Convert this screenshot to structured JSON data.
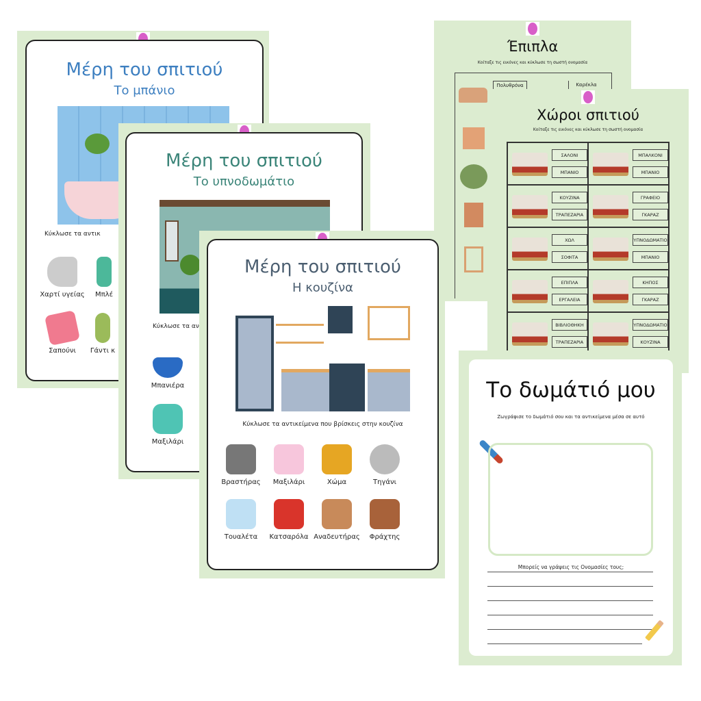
{
  "bathroom": {
    "title": "Μέρη του σπιτιού",
    "subtitle": "Το μπάνιο",
    "instruction": "Κύκλωσε τα αντικ",
    "items": [
      "Χαρτί υγείας",
      "Μπλέ",
      "Σαπούνι",
      "Γάντι κ"
    ]
  },
  "bedroom": {
    "title": "Μέρη του σπιτιού",
    "subtitle": "Το υπνοδωμάτιο",
    "instruction": "Κύκλωσε τα αν",
    "items": [
      "Μπανιέρα",
      "Μαξιλάρι"
    ]
  },
  "kitchen": {
    "title": "Μέρη του σπιτιού",
    "subtitle": "Η κουζίνα",
    "instruction": "Κύκλωσε τα αντικείμενα που βρίσκεις στην κουζίνα",
    "items": [
      "Βραστήρας",
      "Μαξιλάρι",
      "Χώμα",
      "Τηγάνι",
      "Τουαλέτα",
      "Κατσαρόλα",
      "Αναδευτήρας",
      "Φράχτης"
    ]
  },
  "furniture": {
    "title": "Έπιπλα",
    "instruction": "Κοίταξε τις εικόνες και κύκλωσε τη σωστή ονομασία",
    "options": [
      "Πολυθρόνα",
      "Καρέκλα"
    ]
  },
  "rooms": {
    "title": "Χώροι σπιτιού",
    "instruction": "Κοίταξε τις εικόνες και κύκλωσε τη σωστή ονομασία",
    "cells": [
      [
        "ΣΑΛΟΝΙ",
        "ΜΠΑΝΙΟ"
      ],
      [
        "ΜΠΑΛΚΟΝΙ",
        "ΜΠΑΝΙΟ"
      ],
      [
        "ΚΟΥΖΙΝΑ",
        "ΤΡΑΠΕΖΑΡΙΑ"
      ],
      [
        "ΓΡΑΦΕΙΟ",
        "ΓΚΑΡΑΖ"
      ],
      [
        "ΧΩΛ",
        "ΣΟΦΙΤΑ"
      ],
      [
        "ΥΠΝΟΔΩΜΑΤΙΟ",
        "ΜΠΑΝΙΟ"
      ],
      [
        "ΕΠΙΠΛΑ",
        "ΕΡΓΑΛΕΙΑ"
      ],
      [
        "ΚΗΠΟΣ",
        "ΓΚΑΡΑΖ"
      ],
      [
        "ΒΙΒΛΙΟΘΗΚΗ",
        "ΤΡΑΠΕΖΑΡΙΑ"
      ],
      [
        "ΥΠΝΟΔΩΜΑΤΙΟ",
        "ΚΟΥΖΙΝΑ"
      ]
    ]
  },
  "myroom": {
    "title": "Το δωμάτιό μου",
    "instruction": "Ζωγράφισε το δωμάτιό σου και τα αντικείμενα μέσα σε αυτό",
    "names_prompt": "Μπορείς να γράψεις τις Ονομασίες τους;"
  },
  "colors": {
    "sheet_bg": "#dcecd0",
    "bathroom_title": "#3d7fc0",
    "bedroom_title": "#3a8478",
    "kitchen_title": "#4b5e70",
    "badge": "#d85fc8"
  }
}
